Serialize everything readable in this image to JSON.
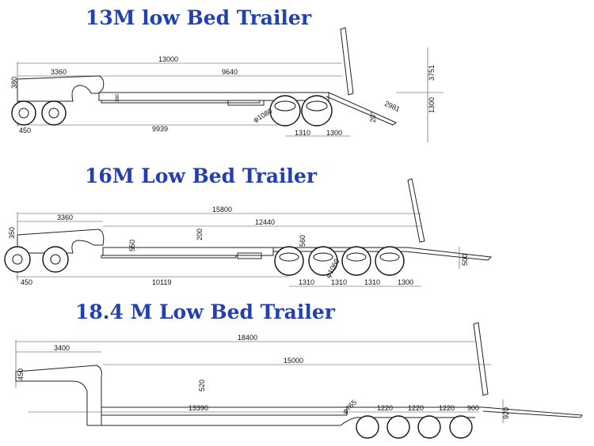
{
  "colors": {
    "title": "#2340b0",
    "line": "#222222"
  },
  "drawings": [
    {
      "title": "13M low Bed Trailer",
      "dims": {
        "overall": "13000",
        "neck": "3360",
        "deck": "9640",
        "neck_height": "380",
        "king_pin": "450",
        "to_axle": "9939",
        "axle1": "1310",
        "axle2": "1300",
        "wheel": "φ1080",
        "ramp": "2981",
        "ramp_angle": "20°",
        "height": "3751",
        "ramp_height": "1300",
        "step": "380"
      }
    },
    {
      "title": "16M Low Bed Trailer",
      "dims": {
        "overall": "15800",
        "neck": "3360",
        "deck": "12440",
        "neck_height": "350",
        "king_pin": "450",
        "to_axle": "10119",
        "axle1": "1310",
        "axle2": "1310",
        "axle3": "1310",
        "axle4": "1300",
        "wheel": "φ1060",
        "deck_height": "550",
        "beam": "200",
        "height2": "560",
        "ramp_height": "500"
      }
    },
    {
      "title": "18.4 M Low Bed Trailer",
      "dims": {
        "overall": "18400",
        "neck": "3400",
        "deck": "15000",
        "neck_height": "450",
        "to_axle": "13390",
        "axle1": "1220",
        "axle2": "1220",
        "axle3": "1220",
        "rear": "900",
        "wheel": "φ765",
        "deck_height": "520",
        "ramp_height": "920"
      }
    }
  ]
}
